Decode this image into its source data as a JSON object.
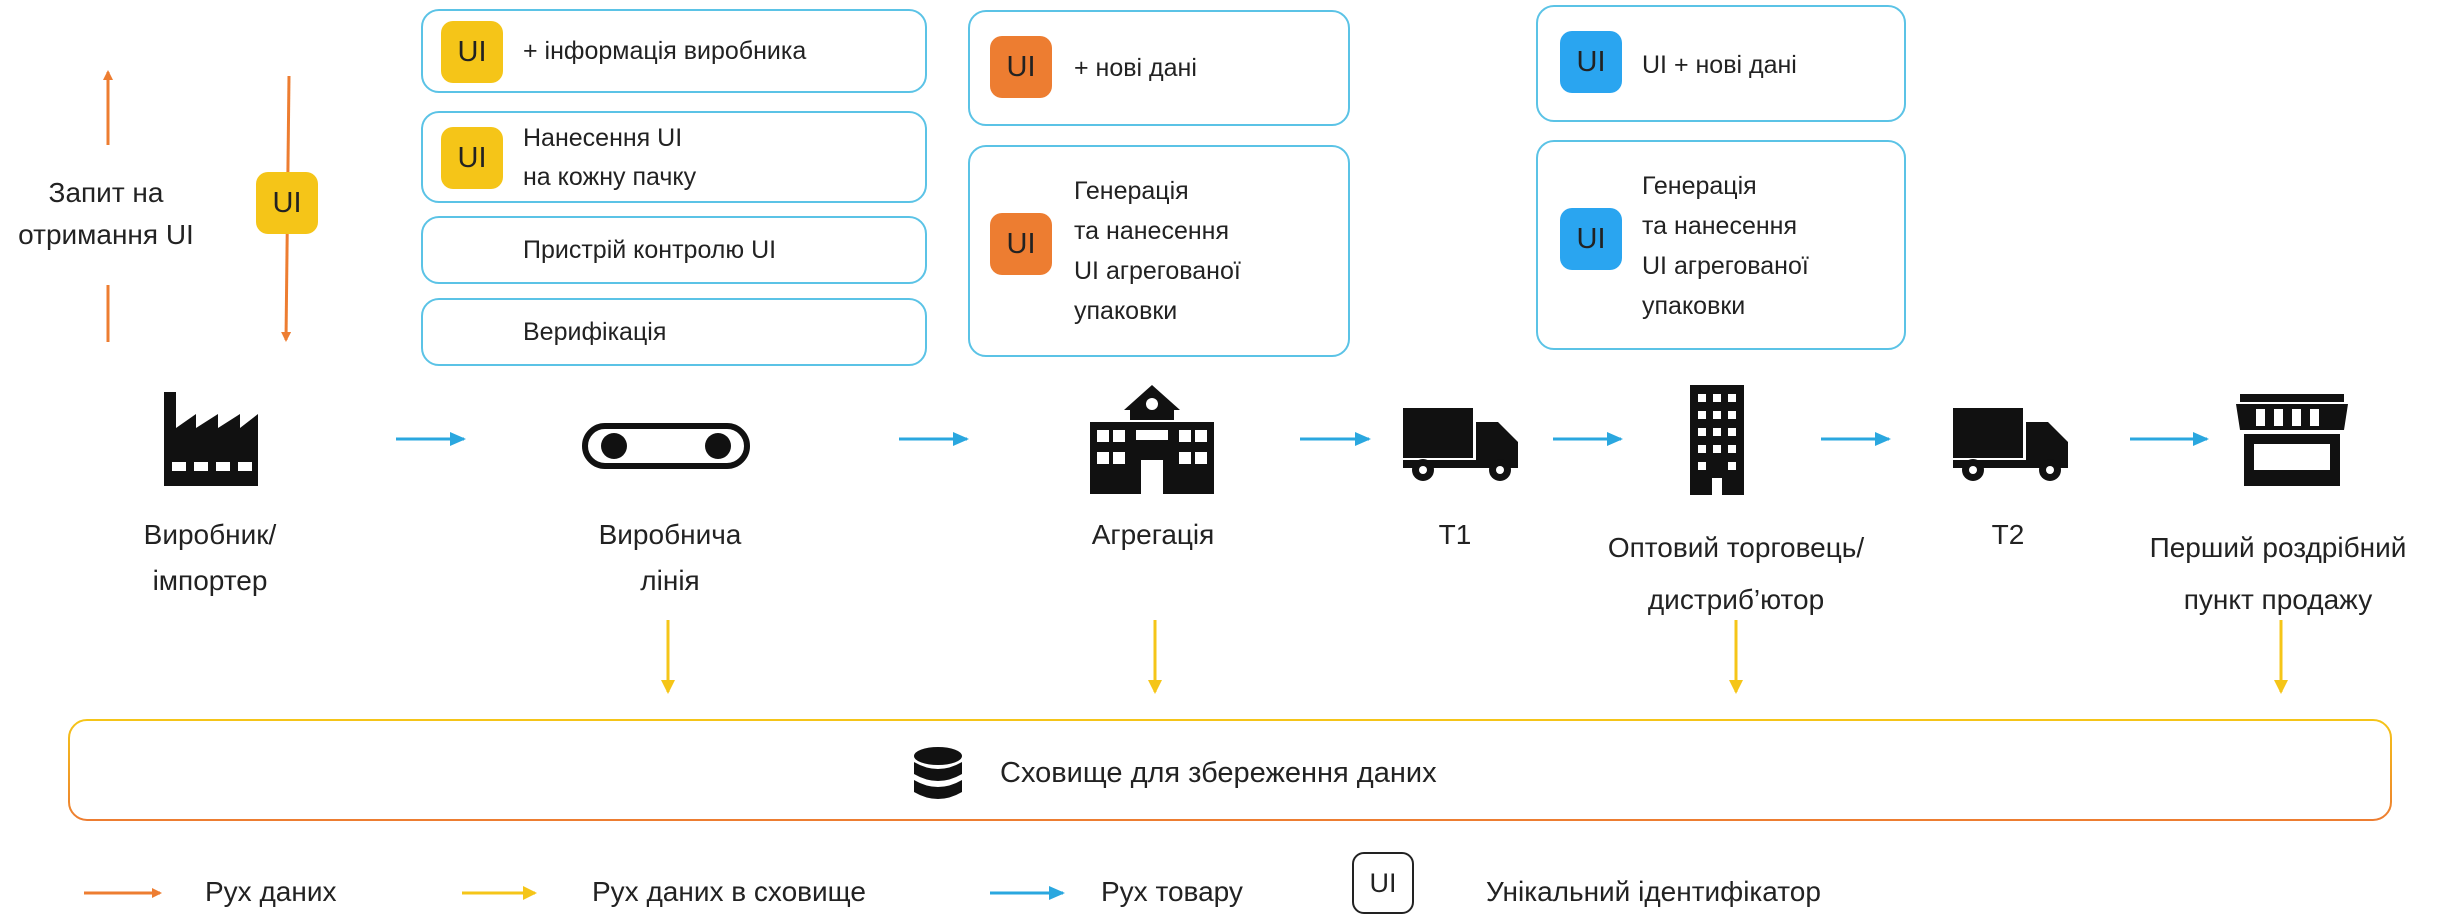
{
  "colors": {
    "data_flow": "#ed7d31",
    "storage_flow": "#f5c518",
    "goods_flow": "#2aa7df",
    "box_border": "#5bc3e6",
    "ui_yellow": "#f5c518",
    "ui_orange": "#ed7d31",
    "ui_blue": "#2aa5f0"
  },
  "request": {
    "text_line1": "Запит на",
    "text_line2": "отримання  UI",
    "badge": "UI"
  },
  "production": {
    "box1": {
      "badge": "UI",
      "text": "+ інформація виробника"
    },
    "box2": {
      "badge": "UI",
      "line1": "Нанесення UI",
      "line2": "на кожну пачку"
    },
    "box3": {
      "text": "Пристрій контролю UI"
    },
    "box4": {
      "text": "Верифікація"
    }
  },
  "aggregation": {
    "box1": {
      "badge": "UI",
      "text": "+ нові дані"
    },
    "box2": {
      "badge": "UI",
      "line1": "Генерація",
      "line2": "та нанесення",
      "line3": "UI агрегованої",
      "line4": "упаковки"
    }
  },
  "wholesale": {
    "box1": {
      "badge": "UI",
      "text": "UI + нові дані"
    },
    "box2": {
      "badge": "UI",
      "line1": "Генерація",
      "line2": "та нанесення",
      "line3": "UI агрегованої",
      "line4": "упаковки"
    }
  },
  "nodes": {
    "manufacturer": {
      "line1": "Виробник/",
      "line2": "імпортер",
      "icon": "factory-icon"
    },
    "production_line": {
      "line1": "Виробнича",
      "line2": "лінія",
      "icon": "conveyor-icon"
    },
    "aggregation": {
      "line1": "Агрегація",
      "icon": "building-icon"
    },
    "t1": {
      "line1": "Т1",
      "icon": "truck-icon"
    },
    "wholesaler": {
      "line1": "Оптовий торговець/",
      "line2": "дистриб’ютор",
      "icon": "office-building-icon"
    },
    "t2": {
      "line1": "Т2",
      "icon": "truck-icon"
    },
    "retail": {
      "line1": "Перший роздрібний",
      "line2": "пункт продажу",
      "icon": "shop-icon"
    }
  },
  "storage": {
    "text": "Сховище для збереження  даних",
    "icon": "database-icon"
  },
  "legend": {
    "data_flow": "Рух даних",
    "storage_flow": "Рух даних в сховище",
    "goods_flow": "Рух товару",
    "ui_badge": "UI",
    "ui_meaning": "Унікальний ідентифікатор"
  }
}
